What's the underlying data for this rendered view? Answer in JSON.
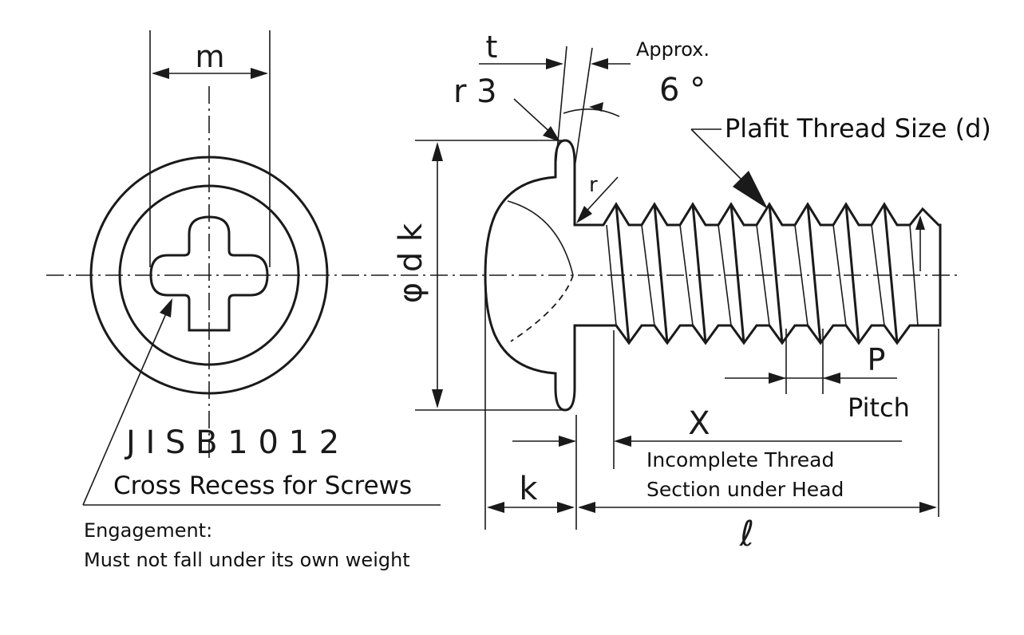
{
  "symbols": {
    "m": "m",
    "t": "t",
    "r3": "r 3",
    "six_deg": "6 °",
    "r": "r",
    "phi_dk": "φ d k",
    "x": "X",
    "p": "P",
    "k": "k",
    "l": "ℓ",
    "jis": "J I S B 1 0 1 2"
  },
  "labels": {
    "approx": "Approx.",
    "thread_size": "Plafit Thread Size (d)",
    "pitch": "Pitch",
    "cross_recess": "Cross Recess for Screws",
    "engagement_title": "Engagement:",
    "engagement_text": "Must not fall under its own weight",
    "incomplete_line1": "Incomplete Thread",
    "incomplete_line2": "Section under Head"
  }
}
